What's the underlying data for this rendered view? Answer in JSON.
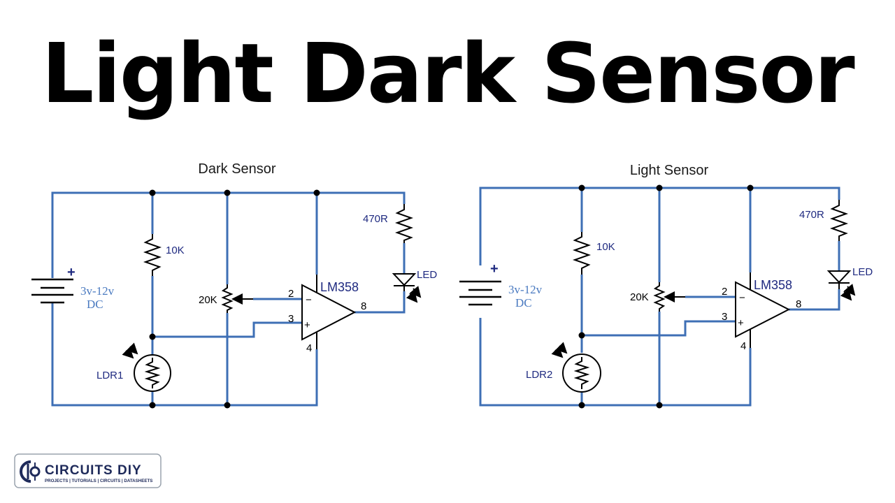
{
  "title": "Light Dark Sensor",
  "dark_sensor": {
    "title": "Dark Sensor",
    "resistor_top": "470R",
    "resistor_10k": "10K",
    "pot": "20K",
    "ldr": "LDR1",
    "led": "LED",
    "ic": "LM358",
    "supply_voltage": "3v-12v",
    "supply_type": "DC",
    "plus_sign": "+",
    "pin2": "2",
    "pin3": "3",
    "pin4": "4",
    "pin8": "8",
    "minus_sign": "−",
    "plus_in": "+"
  },
  "light_sensor": {
    "title": "Light Sensor",
    "resistor_top": "470R",
    "resistor_10k": "10K",
    "pot": "20K",
    "ldr": "LDR2",
    "led": "LED",
    "ic": "LM358",
    "supply_voltage": "3v-12v",
    "supply_type": "DC",
    "plus_sign": "+",
    "pin2": "2",
    "pin3": "3",
    "pin4": "4",
    "pin8": "8",
    "minus_sign": "−",
    "plus_in": "+"
  },
  "logo": {
    "name": "CIRCUITS DIY",
    "tagline": "PROJECTS | TUTORIALS | CIRCUITS | DATASHEETS"
  },
  "colors": {
    "wire": "#3e6fb5",
    "label": "#1f2a80",
    "supply_text": "#4a7ac0"
  }
}
